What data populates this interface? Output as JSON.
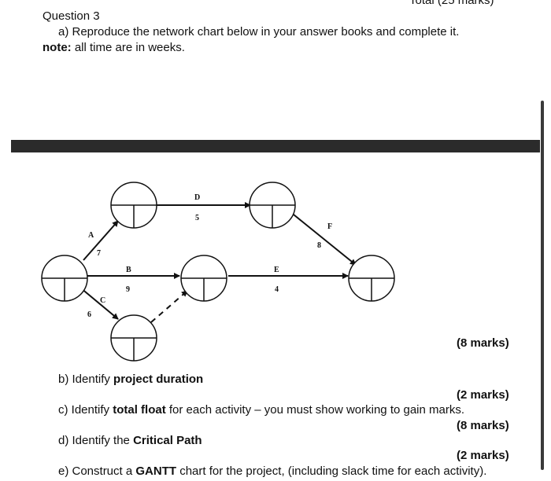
{
  "header": {
    "total_marks": "Total (25 marks)",
    "question_title": "Question 3",
    "part_a_text": "a) Reproduce the network chart below in your answer books and complete it.",
    "note_label": "note:",
    "note_text": " all time are in weeks."
  },
  "network": {
    "activities": [
      {
        "name": "A",
        "duration": "7"
      },
      {
        "name": "B",
        "duration": "9"
      },
      {
        "name": "C",
        "duration": "6"
      },
      {
        "name": "D",
        "duration": "5"
      },
      {
        "name": "E",
        "duration": "4"
      },
      {
        "name": "F",
        "duration": "8"
      }
    ]
  },
  "marks": {
    "a": "(8 marks)",
    "b": "(2 marks)",
    "c": "(8 marks)",
    "d": "(2 marks)"
  },
  "questions": {
    "b_prefix": "b) Identify ",
    "b_bold": "project duration",
    "c_prefix": "c) Identify ",
    "c_bold": "total float",
    "c_suffix": " for each activity – you must show working to gain marks.",
    "d_prefix": "d) Identify the ",
    "d_bold": "Critical Path",
    "e_prefix": "e) Construct a ",
    "e_bold": "GANTT",
    "e_suffix": " chart for the project, (including slack time for each activity)."
  }
}
